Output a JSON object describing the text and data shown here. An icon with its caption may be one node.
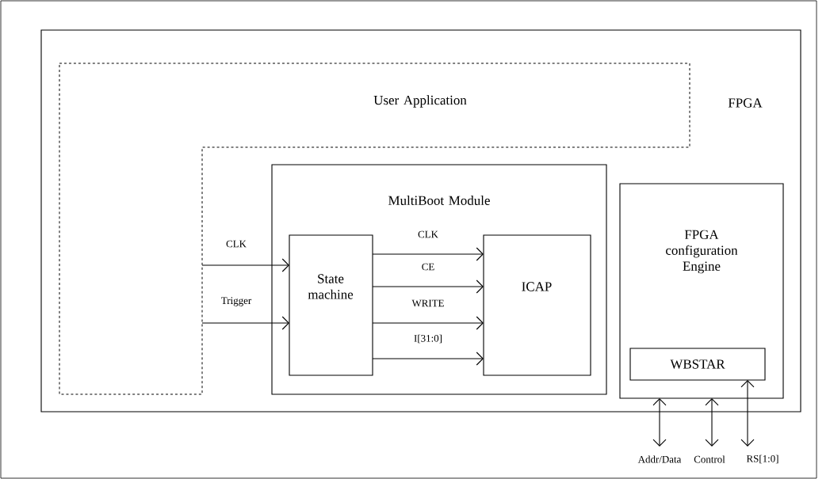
{
  "diagram": {
    "nodes": [
      {
        "text": [
          "FPGA"
        ]
      },
      {
        "text": [
          "User Application"
        ],
        "in": 0
      },
      {
        "text": [
          "MultiBoot Module"
        ],
        "in": 0
      },
      {
        "text": [
          "State machine"
        ],
        "in": 2
      },
      {
        "text": [
          "ICAP"
        ],
        "in": 2
      },
      {
        "text": [
          "FPGA configuration Engine"
        ],
        "in": 0
      },
      {
        "text": [
          "WBSTAR"
        ],
        "in": 5
      },
      {
        "text": [
          "Addr/Data"
        ]
      },
      {
        "text": [
          "Control"
        ]
      },
      {
        "text": [
          "RS[1:0]"
        ]
      }
    ],
    "edges": [
      {
        "from": 1,
        "to": 3,
        "arrow": "to",
        "label": "CLK"
      },
      {
        "from": 1,
        "to": 3,
        "arrow": "to",
        "label": "Trigger"
      },
      {
        "from": 3,
        "to": 4,
        "arrow": "to",
        "label": "CLK"
      },
      {
        "from": 3,
        "to": 4,
        "arrow": "to",
        "label": "CE"
      },
      {
        "from": 3,
        "to": 4,
        "arrow": "to",
        "label": "WRITE"
      },
      {
        "from": 3,
        "to": 4,
        "arrow": "to",
        "label": "I[31:0]"
      },
      {
        "from": 7,
        "to": 5,
        "arrow": "both"
      },
      {
        "from": 8,
        "to": 5,
        "arrow": "both"
      },
      {
        "from": 9,
        "to": 6,
        "arrow": "both"
      }
    ]
  }
}
